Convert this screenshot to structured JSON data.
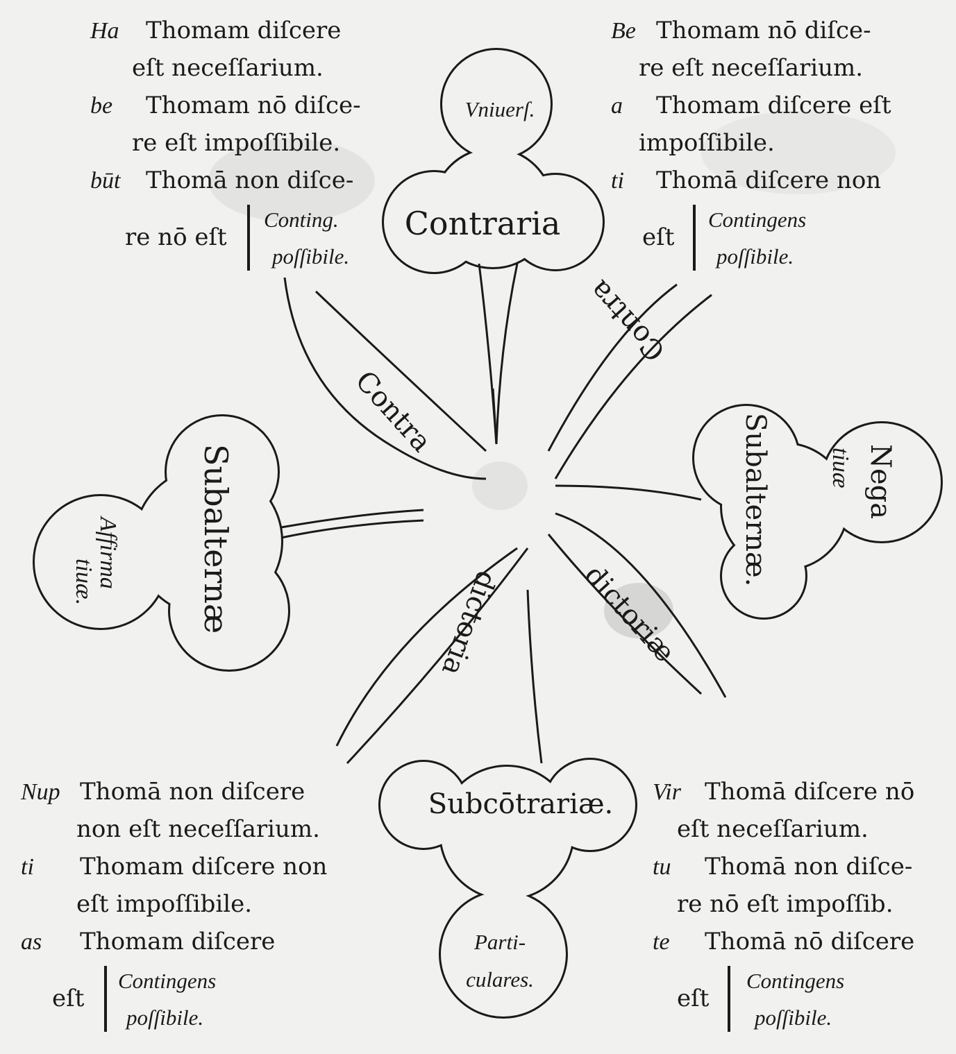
{
  "top_left": {
    "lines": [
      {
        "sigil": "Ha",
        "text": "Thomam diſcere"
      },
      {
        "sigil": "",
        "text": "eſt neceſſarium."
      },
      {
        "sigil": "be",
        "text": "Thomam nō diſce-"
      },
      {
        "sigil": "",
        "text": "re eſt impoſſibile."
      },
      {
        "sigil": "būt",
        "text": "Thomā non diſce-"
      }
    ],
    "last": "re nō eſt",
    "bracket": [
      "Conting.",
      "poſſibile."
    ]
  },
  "top_right": {
    "lines": [
      {
        "sigil": "Be",
        "text": "Thomam nō diſce-"
      },
      {
        "sigil": "",
        "text": "re eſt neceſſarium."
      },
      {
        "sigil": "a",
        "text": "Thomam diſcere eſt"
      },
      {
        "sigil": "",
        "text": "impoſſibile."
      },
      {
        "sigil": "ti",
        "text": "Thomā diſcere non"
      }
    ],
    "last": "eſt",
    "bracket": [
      "Contingens",
      "poſſibile."
    ]
  },
  "bottom_left": {
    "lines": [
      {
        "sigil": "Nup",
        "text": "Thomā non diſcere"
      },
      {
        "sigil": "",
        "text": "non eſt neceſſarium."
      },
      {
        "sigil": "ti",
        "text": "Thomam diſcere non"
      },
      {
        "sigil": "",
        "text": "eſt impoſſibile."
      },
      {
        "sigil": "as",
        "text": "Thomam diſcere"
      }
    ],
    "last": "eſt",
    "bracket": [
      "Contingens",
      "poſſibile."
    ]
  },
  "bottom_right": {
    "lines": [
      {
        "sigil": "Vir",
        "text": "Thomā diſcere nō"
      },
      {
        "sigil": "",
        "text": "eſt neceſſarium."
      },
      {
        "sigil": "tu",
        "text": "Thomā non diſce-"
      },
      {
        "sigil": "",
        "text": "re nō eſt impoſſib."
      },
      {
        "sigil": "te",
        "text": "Thomā nō diſcere"
      }
    ],
    "last": "eſt",
    "bracket": [
      "Contingens",
      "poſſibile."
    ]
  },
  "clovers": {
    "top": {
      "small": "Vniuerſ.",
      "main": "Contraria"
    },
    "left": {
      "main": "Subalternæ",
      "small1": "Affirma",
      "small2": "tiuæ."
    },
    "right": {
      "main": "Subalternæ.",
      "small1": "Nega",
      "small2": "tiuæ"
    },
    "bottom": {
      "main": "Subcōtrariæ.",
      "small1": "Parti-",
      "small2": "culares."
    }
  },
  "arms": {
    "upper_left": "Contra",
    "upper_right": "Contra",
    "lower_left": "dictoria",
    "lower_right": "dictoriæ"
  }
}
